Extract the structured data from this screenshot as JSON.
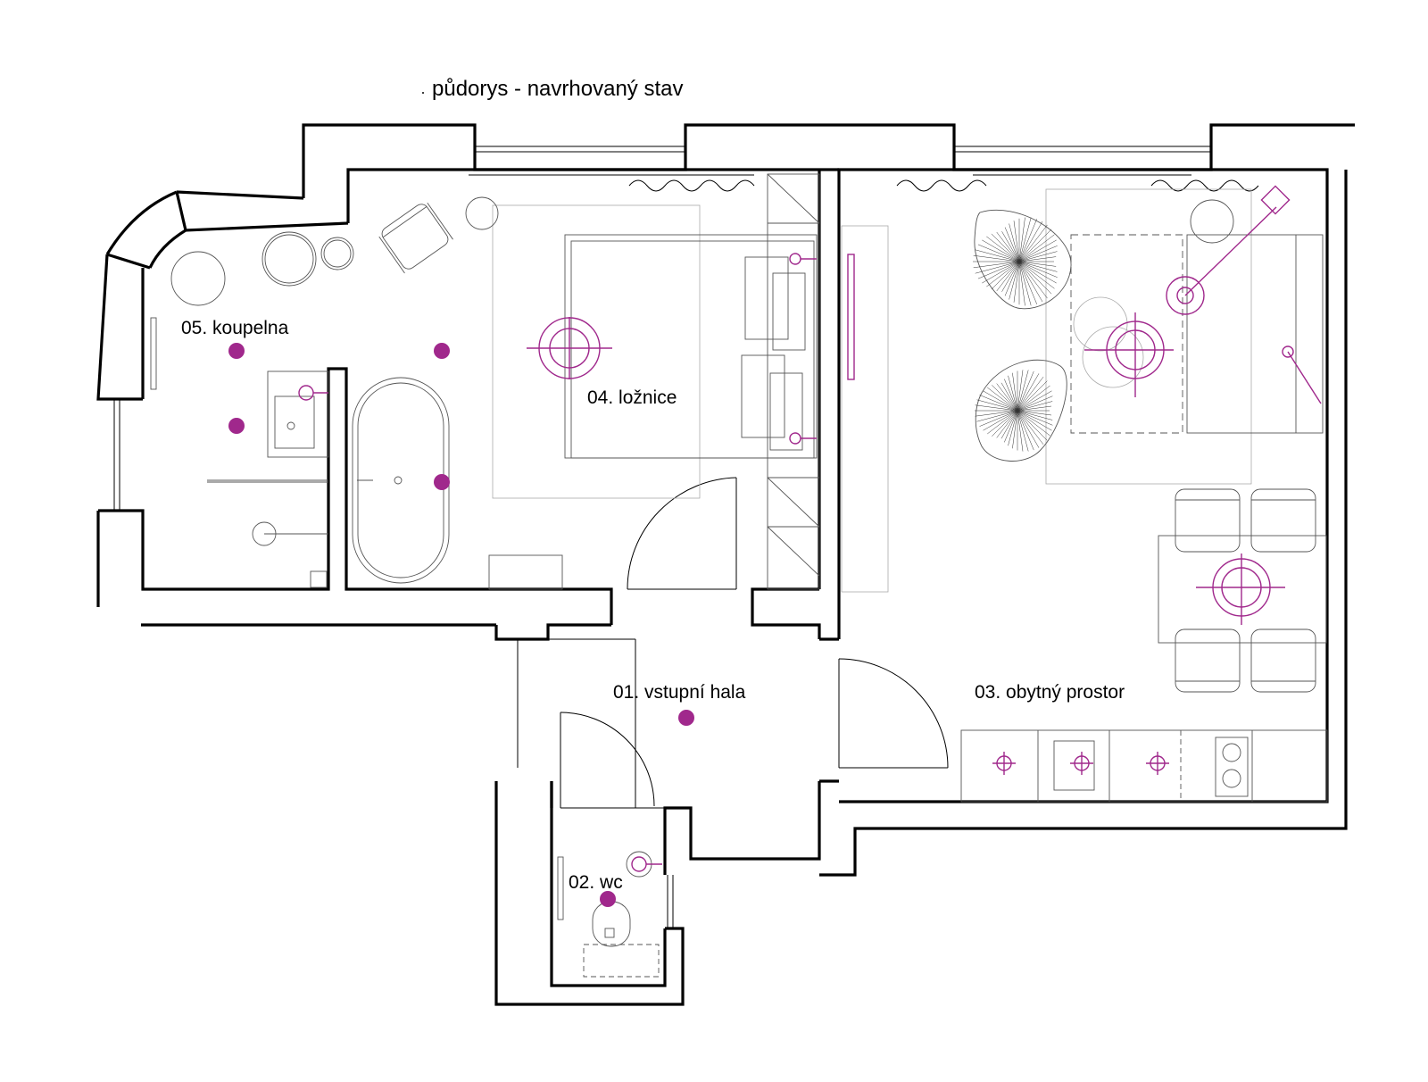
{
  "title": "půdorys - navrhovaný stav",
  "rooms": {
    "hall": "01. vstupní hala",
    "wc": "02. wc",
    "living": "03. obytný prostor",
    "bedroom": "04. ložnice",
    "bathroom": "05. koupelna"
  },
  "colors": {
    "walls": "#000000",
    "lighting": "#a0288c",
    "furniture": "#555555"
  },
  "icons": [
    "ceiling-light-dot",
    "pendant-light-target",
    "wall-light-sconce",
    "floor-lamp"
  ]
}
